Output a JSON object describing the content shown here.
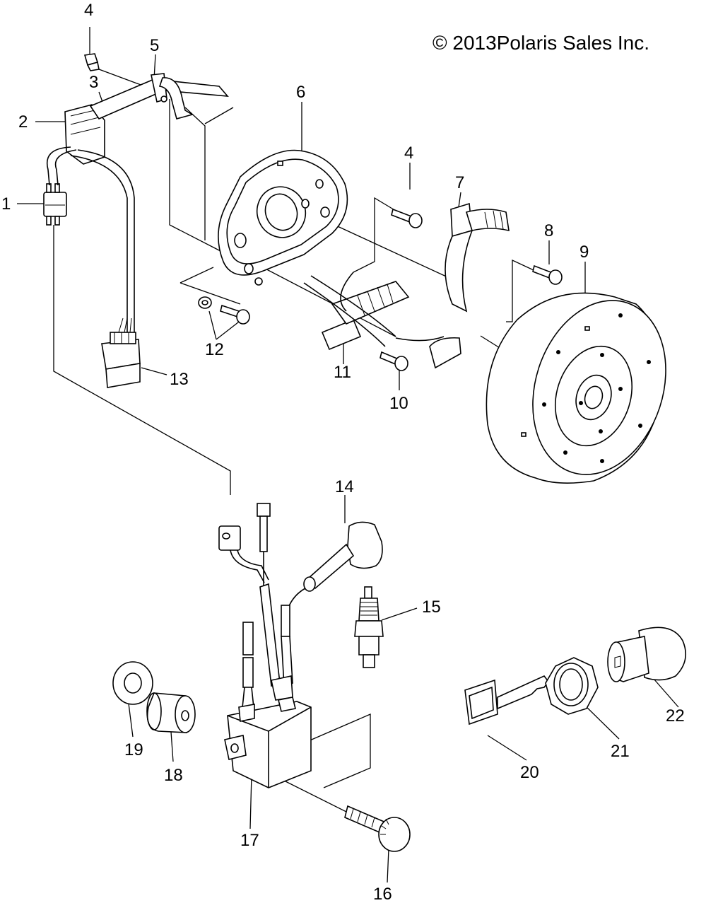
{
  "copyright": "© 2013Polaris Sales Inc.",
  "callouts": {
    "c1": "1",
    "c2": "2",
    "c3": "3",
    "c4a": "4",
    "c4b": "4",
    "c5": "5",
    "c6": "6",
    "c7": "7",
    "c8": "8",
    "c9": "9",
    "c10": "10",
    "c11": "11",
    "c12": "12",
    "c13": "13",
    "c14": "14",
    "c15": "15",
    "c16": "16",
    "c17": "17",
    "c18": "18",
    "c19": "19",
    "c20": "20",
    "c21": "21",
    "c22": "22"
  }
}
